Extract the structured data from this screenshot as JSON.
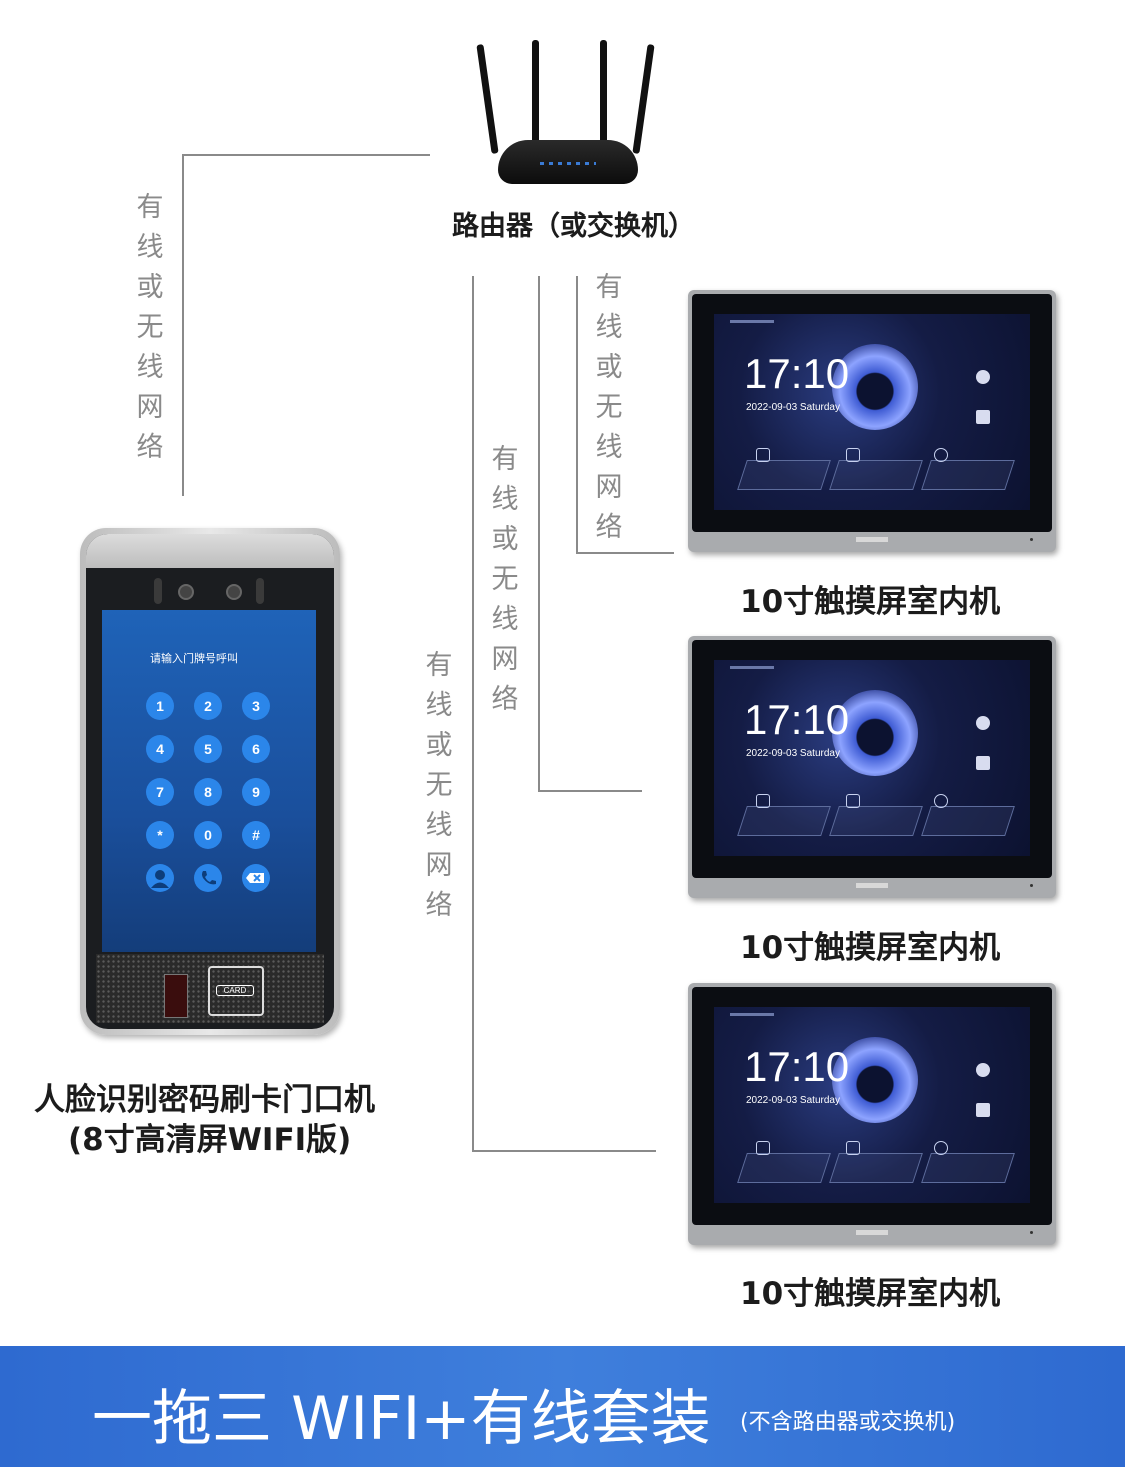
{
  "router": {
    "label": "路由器（或交换机）"
  },
  "links": {
    "router_to_door": [
      "有",
      "线",
      "或",
      "无",
      "线",
      "网",
      "络"
    ],
    "router_to_monitor1": [
      "有",
      "线",
      "或",
      "无",
      "线",
      "网",
      "络"
    ],
    "router_to_monitor2": [
      "有",
      "线",
      "或",
      "无",
      "线",
      "网",
      "络"
    ],
    "router_to_monitor3": [
      "有",
      "线",
      "或",
      "无",
      "线",
      "网",
      "络"
    ]
  },
  "monitors": [
    {
      "label": "10寸触摸屏室内机",
      "time": "17:10",
      "date": "2022-09-03  Saturday"
    },
    {
      "label": "10寸触摸屏室内机",
      "time": "17:10",
      "date": "2022-09-03  Saturday"
    },
    {
      "label": "10寸触摸屏室内机",
      "time": "17:10",
      "date": "2022-09-03  Saturday"
    }
  ],
  "door_station": {
    "label_line1": "人脸识别密码刷卡门口机",
    "label_line2": "(8寸高清屏WIFI版)",
    "prompt": "请输入门牌号呼叫",
    "keys": [
      "1",
      "2",
      "3",
      "4",
      "5",
      "6",
      "7",
      "8",
      "9",
      "*",
      "0",
      "#"
    ],
    "card": "CARD"
  },
  "banner": {
    "main": "一拖三 WIFI+有线套装",
    "sub": "(不含路由器或交换机)",
    "color": "#3474d4"
  }
}
